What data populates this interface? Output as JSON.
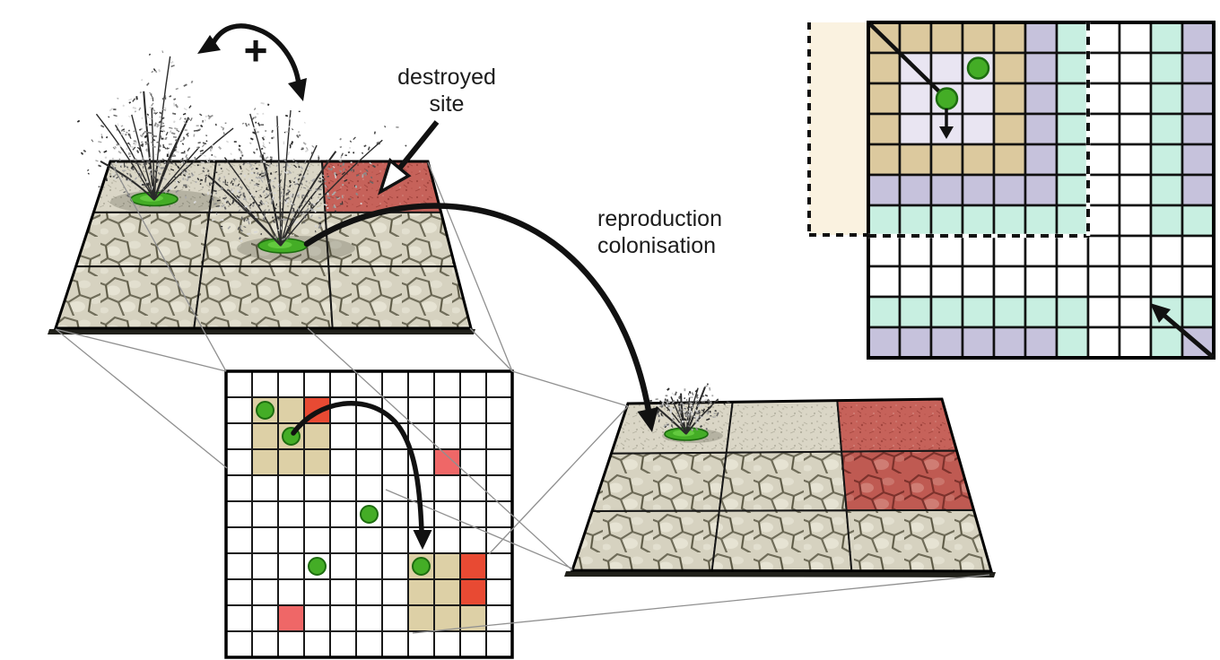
{
  "labels": {
    "destroyed_site": {
      "line1": "destroyed",
      "line2": "site"
    },
    "reproduction": {
      "line1": "reproduction",
      "line2": "colonisation"
    },
    "facilitation_symbol": "+"
  },
  "colors": {
    "background": "#ffffff",
    "soil_fine": "#dad6c6",
    "soil_coarse": "#d6d2c0",
    "soil_crack": "#6f6c59",
    "destroyed_tile_red": "#c2574f",
    "grid_line": "#161616",
    "mid_grid_tan": "#ddd0a6",
    "mid_grid_red_bright": "#e84a33",
    "mid_grid_red_pink": "#ef6767",
    "ring_inner_lilac": "#e9e5f2",
    "ring_tan": "#dcc99e",
    "ring_lavender": "#c6c2dc",
    "ring_mint": "#c8efe1",
    "ring_white": "#ffffff",
    "wrap_region_cream": "#faf2e0",
    "plant_green": "#44ad26",
    "plant_green_dark": "#1d6c10",
    "arrow_black": "#111111",
    "guide_line_gray": "#909090",
    "text_color": "#1c1c1c"
  },
  "landscape_front": {
    "rows": 3,
    "cols": 3,
    "destroyed_cells": [
      [
        1,
        3
      ]
    ],
    "plant_cells": [
      [
        1,
        1
      ],
      [
        2,
        2
      ]
    ]
  },
  "landscape_back": {
    "rows": 3,
    "cols": 3,
    "destroyed_cells": [
      [
        1,
        3
      ],
      [
        2,
        3
      ]
    ],
    "plant_cells": [
      [
        1,
        1
      ]
    ]
  },
  "mid_grid": {
    "rows": 11,
    "cols": 11,
    "neighborhood_cells": [
      [
        2,
        2
      ],
      [
        2,
        3
      ],
      [
        3,
        2
      ],
      [
        3,
        3
      ],
      [
        3,
        4
      ],
      [
        4,
        2
      ],
      [
        4,
        3
      ],
      [
        4,
        4
      ],
      [
        8,
        8
      ],
      [
        8,
        9
      ],
      [
        9,
        8
      ],
      [
        9,
        9
      ],
      [
        10,
        8
      ],
      [
        10,
        9
      ],
      [
        10,
        10
      ]
    ],
    "destroyed_cells_bright": [
      [
        2,
        4
      ],
      [
        8,
        10
      ],
      [
        9,
        10
      ]
    ],
    "destroyed_cells_pink": [
      [
        4,
        9
      ],
      [
        10,
        3
      ]
    ],
    "plant_cells": [
      [
        2,
        2
      ],
      [
        3,
        3
      ],
      [
        6,
        6
      ],
      [
        8,
        4
      ],
      [
        8,
        8
      ]
    ]
  },
  "right_grid": {
    "rows": 11,
    "cols": 11,
    "ring_legend": {
      "I": "inner-lilac",
      "T": "tan",
      "L": "lavender",
      "M": "mint",
      "W": "white"
    },
    "cell_rings": [
      "TTTTTLMWWML",
      "TIIITLMWWML",
      "TIIITLMWWML",
      "TIIITLMWWML",
      "TTTTTLMWWML",
      "LLLLLLMWWML",
      "MMMMMMMWWMM",
      "WWWWWWWWWWW",
      "WWWWWWWWWWW",
      "MMMMMMMWWMM",
      "LLLLLLMWWML"
    ],
    "plant_cells": [
      [
        2,
        4
      ],
      [
        3,
        3
      ]
    ]
  }
}
